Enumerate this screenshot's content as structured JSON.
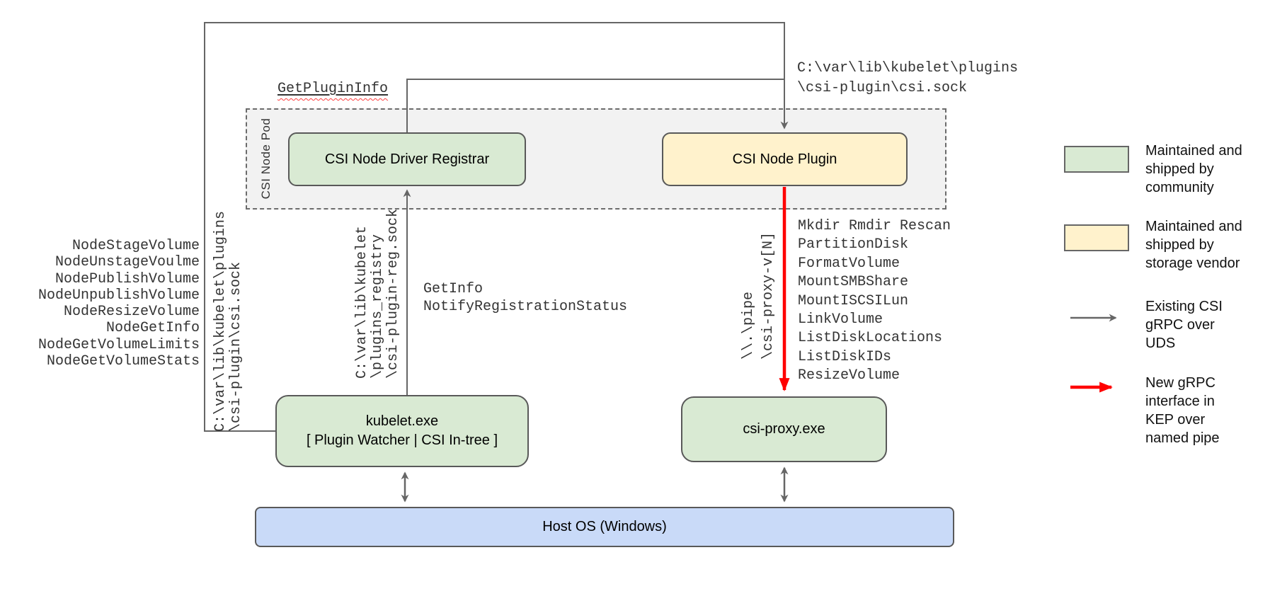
{
  "diagram": {
    "pod": {
      "label": "CSI Node Pod"
    },
    "nodes": {
      "registrar": {
        "label": "CSI Node Driver Registrar"
      },
      "plugin": {
        "label": "CSI Node Plugin"
      },
      "kubelet": {
        "line1": "kubelet.exe",
        "line2": "[ Plugin Watcher | CSI In-tree ]"
      },
      "proxy": {
        "label": "csi-proxy.exe"
      },
      "host": {
        "label": "Host OS (Windows)"
      }
    },
    "labels": {
      "get_plugin_info": "GetPluginInfo",
      "csi_sock_top": "C:\\var\\lib\\kubelet\\plugins\n\\csi-plugin\\csi.sock",
      "csi_sock_left_line1": "C:\\var\\lib\\kubelet\\plugins",
      "csi_sock_left_line2": "\\csi-plugin\\csi.sock",
      "reg_sock_line1": "C:\\var\\lib\\kubelet",
      "reg_sock_line2": "\\plugins_registry",
      "reg_sock_line3": "\\csi-plugin-reg.sock",
      "registration_calls": "GetInfo\nNotifyRegistrationStatus",
      "pipe_line1": "\\\\.\\pipe",
      "pipe_line2": "\\csi-proxy-v[N]",
      "node_calls": [
        "NodeStageVolume",
        "NodeUnstageVoulme",
        "NodePublishVolume",
        "NodeUnpublishVolume",
        "NodeResizeVolume",
        "NodeGetInfo",
        "NodeGetVolumeLimits",
        "NodeGetVolumeStats"
      ],
      "proxy_calls": [
        "Mkdir Rmdir Rescan",
        "PartitionDisk",
        "FormatVolume",
        "MountSMBShare",
        "MountISCSILun",
        "LinkVolume",
        "ListDiskLocations",
        "ListDiskIDs",
        "ResizeVolume"
      ]
    },
    "legend": [
      {
        "swatch": "community-green",
        "color": "#d9ead3",
        "text": "Maintained and\nshipped by\ncommunity"
      },
      {
        "swatch": "vendor-yellow",
        "color": "#fff2cc",
        "text": "Maintained and\nshipped by\nstorage vendor"
      },
      {
        "swatch": "gray-arrow",
        "color": "#666666",
        "text": "Existing CSI\ngRPC over\nUDS"
      },
      {
        "swatch": "red-arrow",
        "color": "#ff0000",
        "text": "New gRPC\ninterface in\nKEP over\nnamed pipe"
      }
    ],
    "colors": {
      "community_fill": "#d9ead3",
      "vendor_fill": "#fff2cc",
      "host_fill": "#c9daf8",
      "pod_fill": "#f2f2f2",
      "wire_gray": "#666666",
      "wire_red": "#ff0000"
    }
  }
}
